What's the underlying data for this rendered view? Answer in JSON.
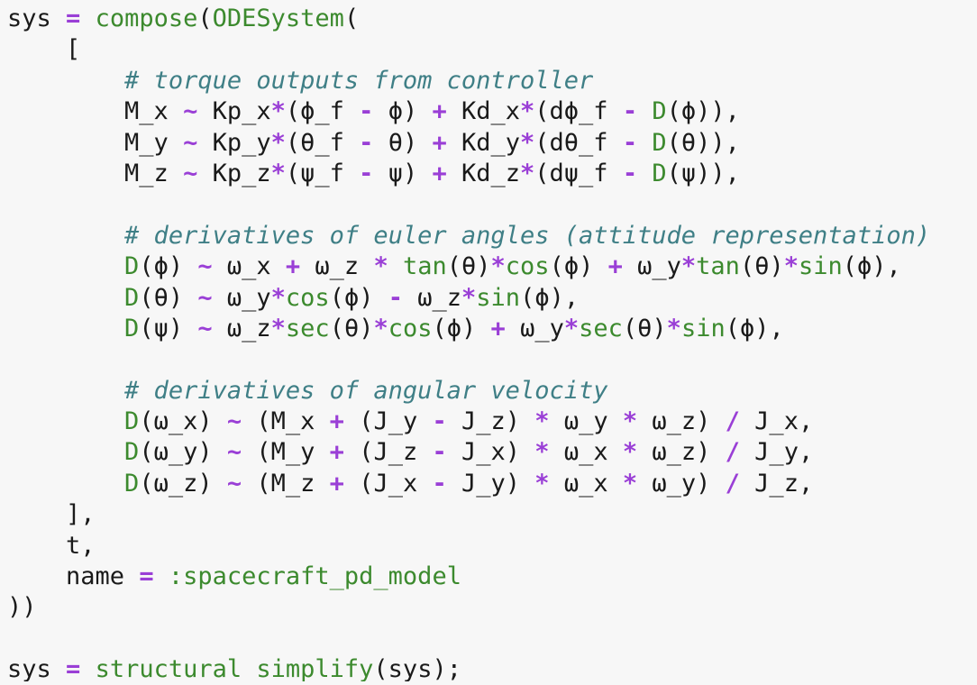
{
  "editor": {
    "language": "julia",
    "colors": {
      "background": "#f7f7f7",
      "text": "#1a1a1a",
      "function": "#3c8a2e",
      "operator": "#9a3fd6",
      "comment": "#3f7f86",
      "symbol": "#3c8a2e"
    },
    "lines": [
      [
        {
          "t": "id",
          "v": "sys "
        },
        {
          "t": "op",
          "v": "="
        },
        {
          "t": "id",
          "v": " "
        },
        {
          "t": "fn",
          "v": "compose"
        },
        {
          "t": "id",
          "v": "("
        },
        {
          "t": "fn",
          "v": "ODESystem"
        },
        {
          "t": "id",
          "v": "("
        }
      ],
      [
        {
          "t": "id",
          "v": "    ["
        }
      ],
      [
        {
          "t": "id",
          "v": "        "
        },
        {
          "t": "cm",
          "v": "# torque outputs from controller"
        }
      ],
      [
        {
          "t": "id",
          "v": "        M_x "
        },
        {
          "t": "op",
          "v": "~"
        },
        {
          "t": "id",
          "v": " Kp_x"
        },
        {
          "t": "op",
          "v": "*"
        },
        {
          "t": "id",
          "v": "(ϕ_f "
        },
        {
          "t": "op",
          "v": "-"
        },
        {
          "t": "id",
          "v": " ϕ) "
        },
        {
          "t": "op",
          "v": "+"
        },
        {
          "t": "id",
          "v": " Kd_x"
        },
        {
          "t": "op",
          "v": "*"
        },
        {
          "t": "id",
          "v": "(dϕ_f "
        },
        {
          "t": "op",
          "v": "-"
        },
        {
          "t": "id",
          "v": " "
        },
        {
          "t": "fn",
          "v": "D"
        },
        {
          "t": "id",
          "v": "(ϕ)),"
        }
      ],
      [
        {
          "t": "id",
          "v": "        M_y "
        },
        {
          "t": "op",
          "v": "~"
        },
        {
          "t": "id",
          "v": " Kp_y"
        },
        {
          "t": "op",
          "v": "*"
        },
        {
          "t": "id",
          "v": "(θ_f "
        },
        {
          "t": "op",
          "v": "-"
        },
        {
          "t": "id",
          "v": " θ) "
        },
        {
          "t": "op",
          "v": "+"
        },
        {
          "t": "id",
          "v": " Kd_y"
        },
        {
          "t": "op",
          "v": "*"
        },
        {
          "t": "id",
          "v": "(dθ_f "
        },
        {
          "t": "op",
          "v": "-"
        },
        {
          "t": "id",
          "v": " "
        },
        {
          "t": "fn",
          "v": "D"
        },
        {
          "t": "id",
          "v": "(θ)),"
        }
      ],
      [
        {
          "t": "id",
          "v": "        M_z "
        },
        {
          "t": "op",
          "v": "~"
        },
        {
          "t": "id",
          "v": " Kp_z"
        },
        {
          "t": "op",
          "v": "*"
        },
        {
          "t": "id",
          "v": "(ψ_f "
        },
        {
          "t": "op",
          "v": "-"
        },
        {
          "t": "id",
          "v": " ψ) "
        },
        {
          "t": "op",
          "v": "+"
        },
        {
          "t": "id",
          "v": " Kd_z"
        },
        {
          "t": "op",
          "v": "*"
        },
        {
          "t": "id",
          "v": "(dψ_f "
        },
        {
          "t": "op",
          "v": "-"
        },
        {
          "t": "id",
          "v": " "
        },
        {
          "t": "fn",
          "v": "D"
        },
        {
          "t": "id",
          "v": "(ψ)),"
        }
      ],
      [
        {
          "t": "id",
          "v": ""
        }
      ],
      [
        {
          "t": "id",
          "v": "        "
        },
        {
          "t": "cm",
          "v": "# derivatives of euler angles (attitude representation)"
        }
      ],
      [
        {
          "t": "id",
          "v": "        "
        },
        {
          "t": "fn",
          "v": "D"
        },
        {
          "t": "id",
          "v": "(ϕ) "
        },
        {
          "t": "op",
          "v": "~"
        },
        {
          "t": "id",
          "v": " ω_x "
        },
        {
          "t": "op",
          "v": "+"
        },
        {
          "t": "id",
          "v": " ω_z "
        },
        {
          "t": "op",
          "v": "*"
        },
        {
          "t": "id",
          "v": " "
        },
        {
          "t": "fn",
          "v": "tan"
        },
        {
          "t": "id",
          "v": "(θ)"
        },
        {
          "t": "op",
          "v": "*"
        },
        {
          "t": "fn",
          "v": "cos"
        },
        {
          "t": "id",
          "v": "(ϕ) "
        },
        {
          "t": "op",
          "v": "+"
        },
        {
          "t": "id",
          "v": " ω_y"
        },
        {
          "t": "op",
          "v": "*"
        },
        {
          "t": "fn",
          "v": "tan"
        },
        {
          "t": "id",
          "v": "(θ)"
        },
        {
          "t": "op",
          "v": "*"
        },
        {
          "t": "fn",
          "v": "sin"
        },
        {
          "t": "id",
          "v": "(ϕ),"
        }
      ],
      [
        {
          "t": "id",
          "v": "        "
        },
        {
          "t": "fn",
          "v": "D"
        },
        {
          "t": "id",
          "v": "(θ) "
        },
        {
          "t": "op",
          "v": "~"
        },
        {
          "t": "id",
          "v": " ω_y"
        },
        {
          "t": "op",
          "v": "*"
        },
        {
          "t": "fn",
          "v": "cos"
        },
        {
          "t": "id",
          "v": "(ϕ) "
        },
        {
          "t": "op",
          "v": "-"
        },
        {
          "t": "id",
          "v": " ω_z"
        },
        {
          "t": "op",
          "v": "*"
        },
        {
          "t": "fn",
          "v": "sin"
        },
        {
          "t": "id",
          "v": "(ϕ),"
        }
      ],
      [
        {
          "t": "id",
          "v": "        "
        },
        {
          "t": "fn",
          "v": "D"
        },
        {
          "t": "id",
          "v": "(ψ) "
        },
        {
          "t": "op",
          "v": "~"
        },
        {
          "t": "id",
          "v": " ω_z"
        },
        {
          "t": "op",
          "v": "*"
        },
        {
          "t": "fn",
          "v": "sec"
        },
        {
          "t": "id",
          "v": "(θ)"
        },
        {
          "t": "op",
          "v": "*"
        },
        {
          "t": "fn",
          "v": "cos"
        },
        {
          "t": "id",
          "v": "(ϕ) "
        },
        {
          "t": "op",
          "v": "+"
        },
        {
          "t": "id",
          "v": " ω_y"
        },
        {
          "t": "op",
          "v": "*"
        },
        {
          "t": "fn",
          "v": "sec"
        },
        {
          "t": "id",
          "v": "(θ)"
        },
        {
          "t": "op",
          "v": "*"
        },
        {
          "t": "fn",
          "v": "sin"
        },
        {
          "t": "id",
          "v": "(ϕ),"
        }
      ],
      [
        {
          "t": "id",
          "v": ""
        }
      ],
      [
        {
          "t": "id",
          "v": "        "
        },
        {
          "t": "cm",
          "v": "# derivatives of angular velocity"
        }
      ],
      [
        {
          "t": "id",
          "v": "        "
        },
        {
          "t": "fn",
          "v": "D"
        },
        {
          "t": "id",
          "v": "(ω_x) "
        },
        {
          "t": "op",
          "v": "~"
        },
        {
          "t": "id",
          "v": " (M_x "
        },
        {
          "t": "op",
          "v": "+"
        },
        {
          "t": "id",
          "v": " (J_y "
        },
        {
          "t": "op",
          "v": "-"
        },
        {
          "t": "id",
          "v": " J_z) "
        },
        {
          "t": "op",
          "v": "*"
        },
        {
          "t": "id",
          "v": " ω_y "
        },
        {
          "t": "op",
          "v": "*"
        },
        {
          "t": "id",
          "v": " ω_z) "
        },
        {
          "t": "op",
          "v": "/"
        },
        {
          "t": "id",
          "v": " J_x,"
        }
      ],
      [
        {
          "t": "id",
          "v": "        "
        },
        {
          "t": "fn",
          "v": "D"
        },
        {
          "t": "id",
          "v": "(ω_y) "
        },
        {
          "t": "op",
          "v": "~"
        },
        {
          "t": "id",
          "v": " (M_y "
        },
        {
          "t": "op",
          "v": "+"
        },
        {
          "t": "id",
          "v": " (J_z "
        },
        {
          "t": "op",
          "v": "-"
        },
        {
          "t": "id",
          "v": " J_x) "
        },
        {
          "t": "op",
          "v": "*"
        },
        {
          "t": "id",
          "v": " ω_x "
        },
        {
          "t": "op",
          "v": "*"
        },
        {
          "t": "id",
          "v": " ω_z) "
        },
        {
          "t": "op",
          "v": "/"
        },
        {
          "t": "id",
          "v": " J_y,"
        }
      ],
      [
        {
          "t": "id",
          "v": "        "
        },
        {
          "t": "fn",
          "v": "D"
        },
        {
          "t": "id",
          "v": "(ω_z) "
        },
        {
          "t": "op",
          "v": "~"
        },
        {
          "t": "id",
          "v": " (M_z "
        },
        {
          "t": "op",
          "v": "+"
        },
        {
          "t": "id",
          "v": " (J_x "
        },
        {
          "t": "op",
          "v": "-"
        },
        {
          "t": "id",
          "v": " J_y) "
        },
        {
          "t": "op",
          "v": "*"
        },
        {
          "t": "id",
          "v": " ω_x "
        },
        {
          "t": "op",
          "v": "*"
        },
        {
          "t": "id",
          "v": " ω_y) "
        },
        {
          "t": "op",
          "v": "/"
        },
        {
          "t": "id",
          "v": " J_z,"
        }
      ],
      [
        {
          "t": "id",
          "v": "    ],"
        }
      ],
      [
        {
          "t": "id",
          "v": "    t,"
        }
      ],
      [
        {
          "t": "id",
          "v": "    name "
        },
        {
          "t": "op",
          "v": "="
        },
        {
          "t": "id",
          "v": " "
        },
        {
          "t": "sym",
          "v": ":spacecraft_pd_model"
        }
      ],
      [
        {
          "t": "id",
          "v": "))"
        }
      ],
      [
        {
          "t": "id",
          "v": ""
        }
      ],
      [
        {
          "t": "id",
          "v": "sys "
        },
        {
          "t": "op",
          "v": "="
        },
        {
          "t": "id",
          "v": " "
        },
        {
          "t": "fn",
          "v": "structural_simplify"
        },
        {
          "t": "id",
          "v": "(sys);"
        }
      ]
    ]
  }
}
